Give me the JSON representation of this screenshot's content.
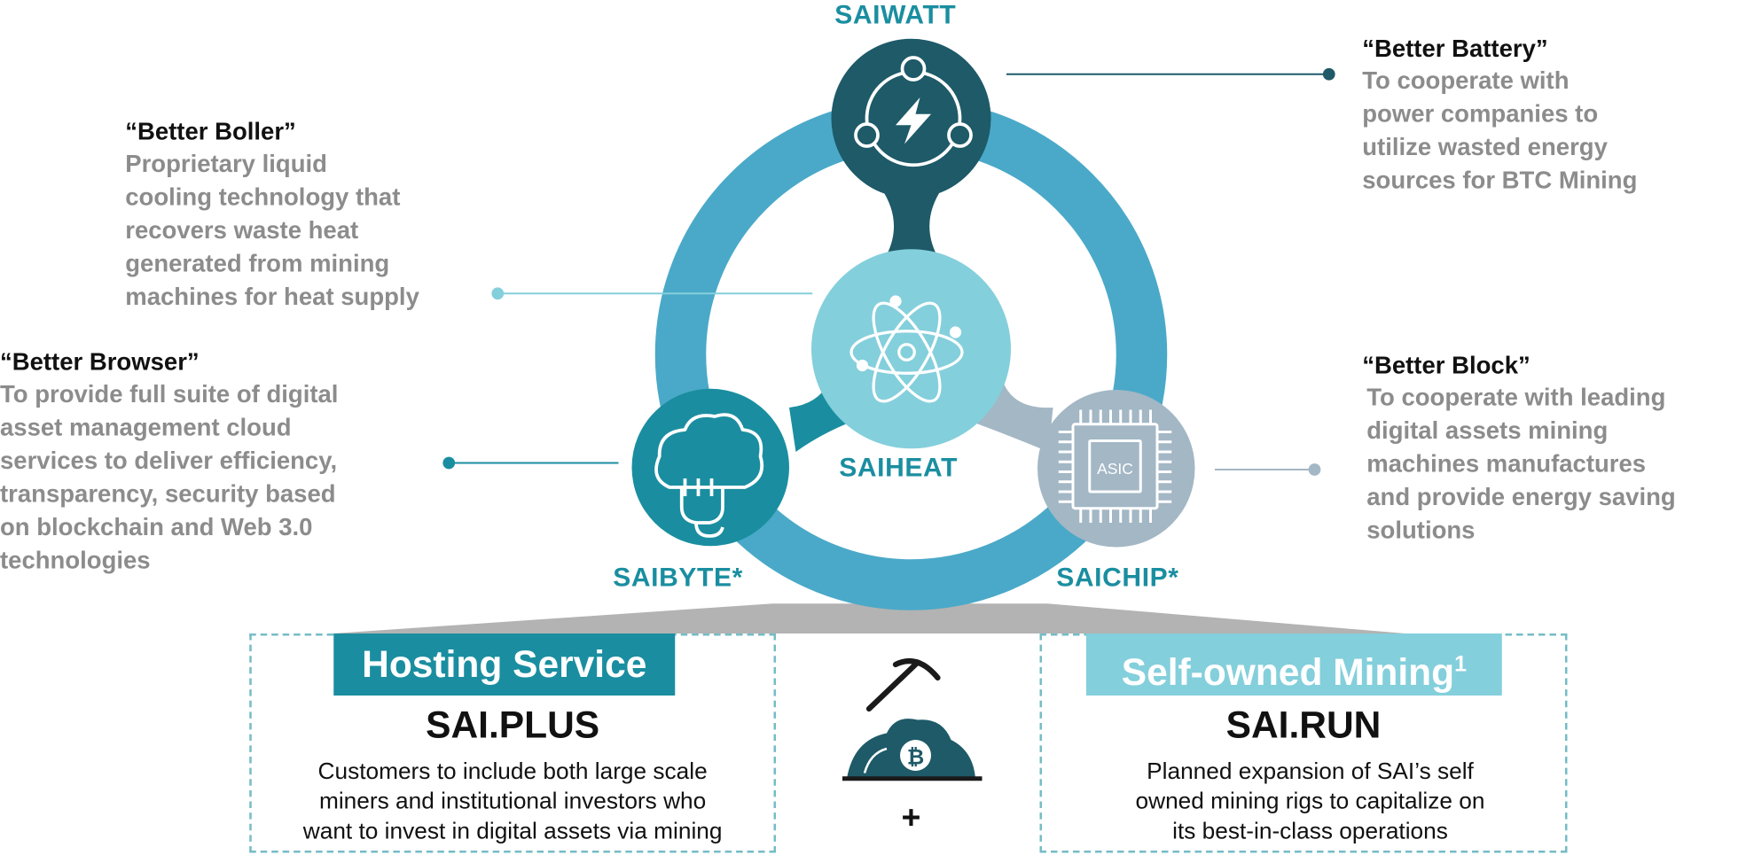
{
  "nodes": {
    "saiwatt": {
      "label": "SAIWATT"
    },
    "saiheat": {
      "label": "SAIHEAT"
    },
    "saibyte": {
      "label": "SAIBYTE*"
    },
    "saichip": {
      "label": "SAICHIP*",
      "chip_text": "ASIC"
    }
  },
  "callouts": {
    "battery": {
      "heading": "“Better Battery”",
      "lines": [
        "To cooperate with",
        "power companies to",
        "utilize wasted energy",
        "sources for BTC Mining"
      ]
    },
    "boller": {
      "heading": "“Better Boller”",
      "lines": [
        "Proprietary liquid",
        "cooling technology that",
        "recovers waste heat",
        "generated from mining",
        "machines for heat supply"
      ]
    },
    "browser": {
      "heading": "“Better Browser”",
      "lines": [
        "To provide full suite of digital",
        "asset management cloud",
        "services to deliver efficiency,",
        "transparency, security based",
        "on blockchain and Web 3.0",
        "technologies"
      ]
    },
    "block": {
      "heading": "“Better Block”",
      "lines": [
        "To cooperate with leading",
        "digital assets mining",
        "machines manufactures",
        "and provide energy saving",
        "solutions"
      ]
    }
  },
  "hosting": {
    "banner": "Hosting Service",
    "title": "SAI.PLUS",
    "lines": [
      "Customers to include both large scale",
      "miners and institutional investors who",
      "want to invest in digital assets via mining"
    ]
  },
  "self_mining": {
    "banner": "Self-owned Mining",
    "footnote": "1",
    "title": "SAI.RUN",
    "lines": [
      "Planned expansion of SAI’s self",
      "owned mining rigs to capitalize on",
      "its best-in-class operations"
    ]
  },
  "center_icon": {
    "name": "pickaxe-bitcoin-icon",
    "plus": "+"
  },
  "colors": {
    "ring": "#4aa9c8",
    "saiwatt": "#1e5a68",
    "saiheat": "#84cfdc",
    "saibyte": "#1a8ea0",
    "saichip": "#a3b7c5",
    "label_teal": "#1a8ea0",
    "grey_text": "#8c8c8c",
    "hosting_banner": "#1a8ea0",
    "self_banner": "#84cfdc",
    "dashed_border": "#74bcc6"
  }
}
